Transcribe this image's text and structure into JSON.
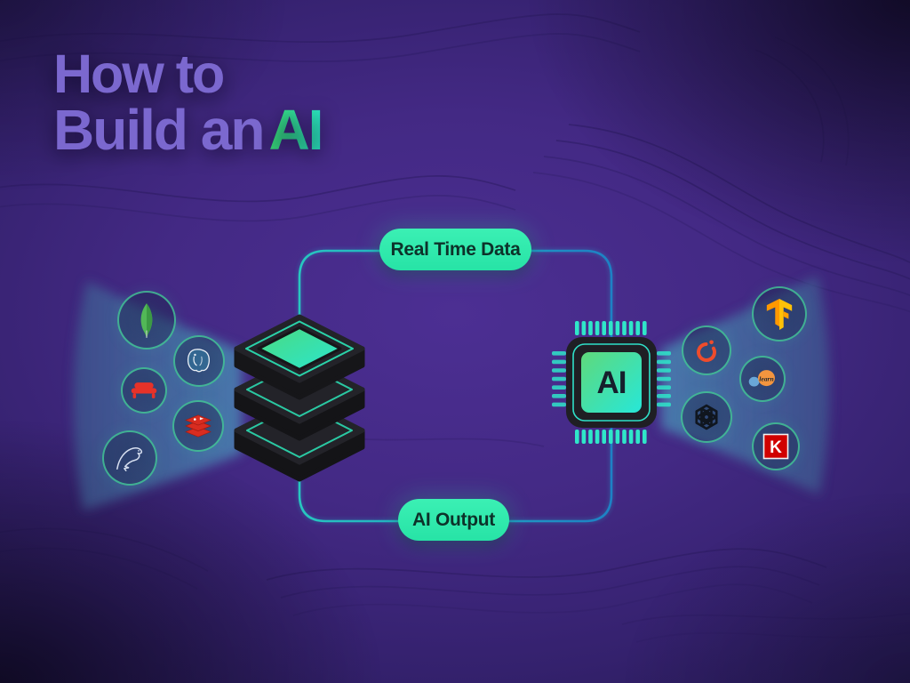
{
  "title": {
    "line1": "How to",
    "line2_prefix": "Build an",
    "line2_accent": "AI"
  },
  "flow": {
    "top_label": "Real Time Data",
    "bottom_label": "AI Output",
    "chip_label": "AI",
    "sklearn_label": "learn",
    "keras_label": "K"
  },
  "left_icons": [
    {
      "name": "mongodb"
    },
    {
      "name": "postgresql"
    },
    {
      "name": "couchdb"
    },
    {
      "name": "redis"
    },
    {
      "name": "mysql"
    }
  ],
  "right_icons": [
    {
      "name": "tensorflow"
    },
    {
      "name": "pytorch"
    },
    {
      "name": "scikit-learn"
    },
    {
      "name": "openai"
    },
    {
      "name": "keras"
    }
  ],
  "colors": {
    "background_center": "#4c2f93",
    "accent_green": "#2ee9ad",
    "title_purple": "#7b68cf",
    "circuit_line": "#1f9fc9",
    "glow_teal": "#4dffd8",
    "beam_blue": "#46789f"
  }
}
